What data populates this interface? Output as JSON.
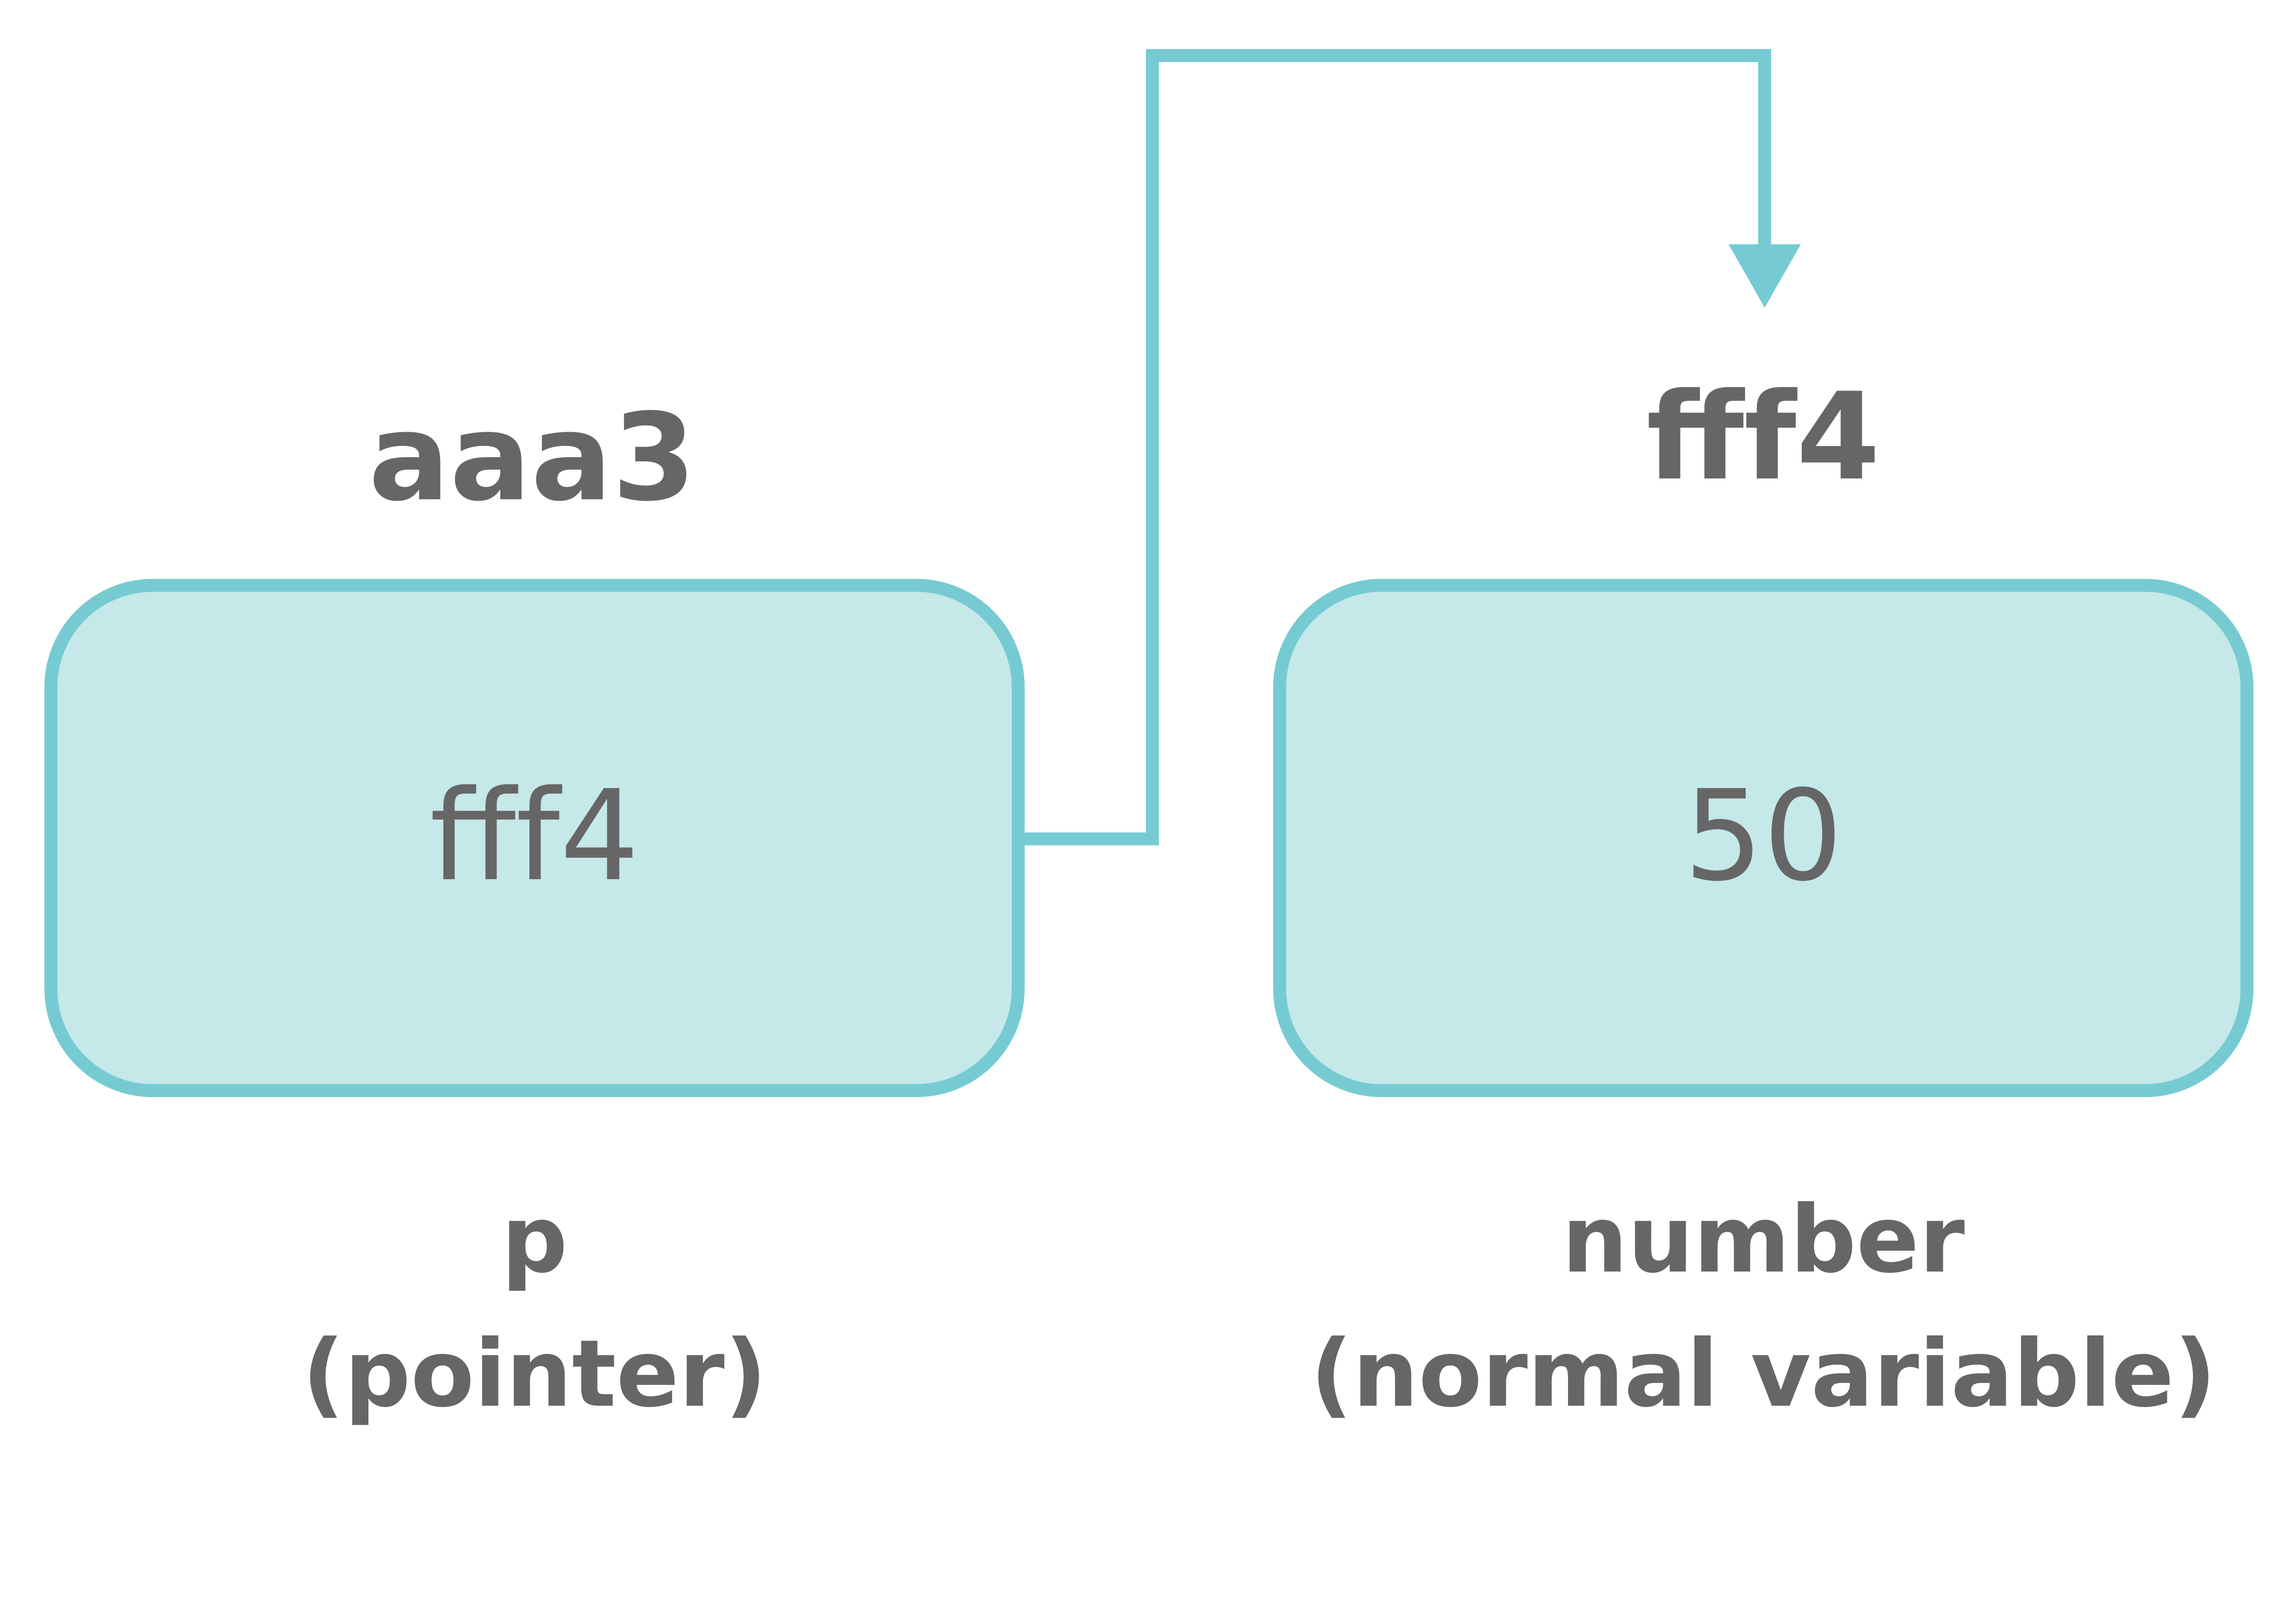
{
  "colors": {
    "box_fill": "#c5e8e9",
    "box_stroke": "#76cbd2",
    "text": "#666666",
    "background": "#ffffff"
  },
  "pointer_var": {
    "address": "aaa3",
    "value": "fff4",
    "name": "p",
    "kind": "(pointer)"
  },
  "normal_var": {
    "address": "fff4",
    "value": "50",
    "name": "number",
    "kind": "(normal variable)"
  }
}
